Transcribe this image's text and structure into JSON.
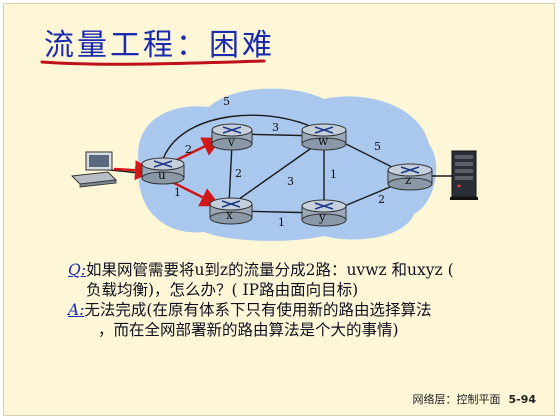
{
  "slide": {
    "title": "流量工程：困难",
    "question_tag": "Q:",
    "question_line1": "如果网管需要将u到z的流量分成2路：uvwz 和uxyz (",
    "question_line2": "负载均衡)，怎么办？( IP路由面向目标)",
    "answer_tag": "A:",
    "answer_line1": "无法完成(在原有体系下只有使用新的路由选择算法",
    "answer_line2": "，而在全网部署新的路由算法是个大的事情)",
    "footer_text": "网络层：控制平面",
    "page_number": "5-94"
  },
  "network": {
    "nodes": [
      "u",
      "v",
      "w",
      "x",
      "y",
      "z"
    ],
    "links": [
      {
        "from": "u",
        "to": "v",
        "cost": "2"
      },
      {
        "from": "u",
        "to": "x",
        "cost": "1"
      },
      {
        "from": "u",
        "to": "w",
        "cost": "5"
      },
      {
        "from": "v",
        "to": "w",
        "cost": "3"
      },
      {
        "from": "v",
        "to": "x",
        "cost": "2"
      },
      {
        "from": "x",
        "to": "w",
        "cost": "3"
      },
      {
        "from": "x",
        "to": "y",
        "cost": "1"
      },
      {
        "from": "w",
        "to": "y",
        "cost": "1"
      },
      {
        "from": "w",
        "to": "z",
        "cost": "5"
      },
      {
        "from": "y",
        "to": "z",
        "cost": "2"
      }
    ]
  },
  "colors": {
    "title": "#1a2bb0",
    "underline": "#c0101a",
    "cloud": "#aac8ee",
    "arrow": "#d01818",
    "link": "#1a1a1a"
  }
}
